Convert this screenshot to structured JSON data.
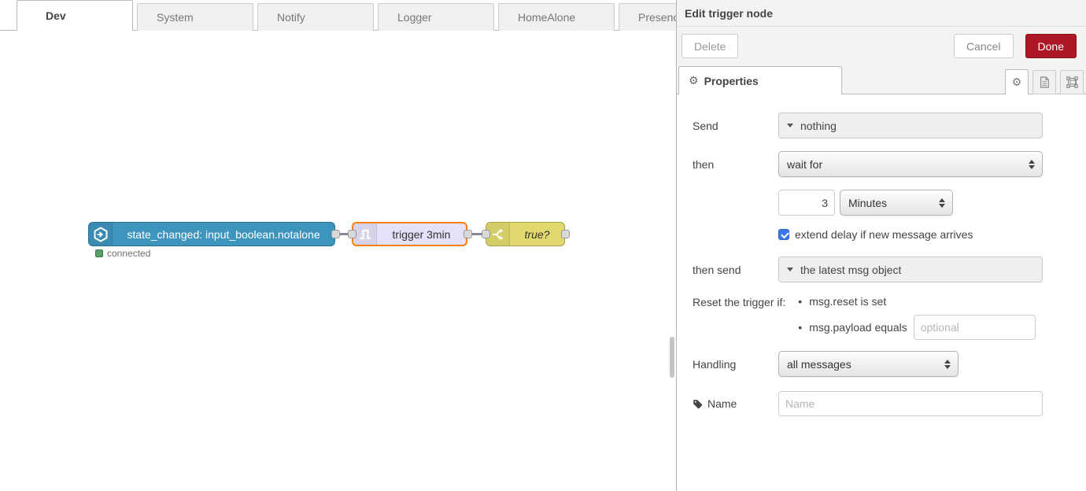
{
  "workspace": {
    "tabs": [
      {
        "label": "Dev",
        "active": true
      },
      {
        "label": "System",
        "active": false
      },
      {
        "label": "Notify",
        "active": false
      },
      {
        "label": "Logger",
        "active": false
      },
      {
        "label": "HomeAlone",
        "active": false
      },
      {
        "label": "Presenc",
        "active": false
      }
    ]
  },
  "flow": {
    "nodes": {
      "events": {
        "label": "state_changed: input_boolean.notalone",
        "color": "#3d94bd",
        "status": "connected",
        "status_color": "#5a9e69"
      },
      "trigger": {
        "label": "trigger 3min",
        "color": "#e6e0f8",
        "selected": true,
        "selection_color": "#ff7f0e"
      },
      "switch": {
        "label": "true?",
        "color": "#e2d96e"
      }
    }
  },
  "editor": {
    "title": "Edit trigger node",
    "delete_label": "Delete",
    "cancel_label": "Cancel",
    "done_label": "Done",
    "done_color": "#AD1625",
    "properties_tab": "Properties",
    "form": {
      "send": {
        "label": "Send",
        "value": "nothing"
      },
      "then": {
        "label": "then",
        "value": "wait for"
      },
      "duration": {
        "value": "3",
        "unit": "Minutes"
      },
      "extend": {
        "label": "extend delay if new message arrives",
        "checked": true,
        "checkbox_color": "#3b78e7"
      },
      "then_send": {
        "label": "then send",
        "value": "the latest msg object"
      },
      "reset": {
        "label": "Reset the trigger if:",
        "rule1": "msg.reset is set",
        "rule2": "msg.payload equals",
        "rule2_placeholder": "optional"
      },
      "handling": {
        "label": "Handling",
        "value": "all messages"
      },
      "name": {
        "label": "Name",
        "placeholder": "Name"
      }
    }
  }
}
